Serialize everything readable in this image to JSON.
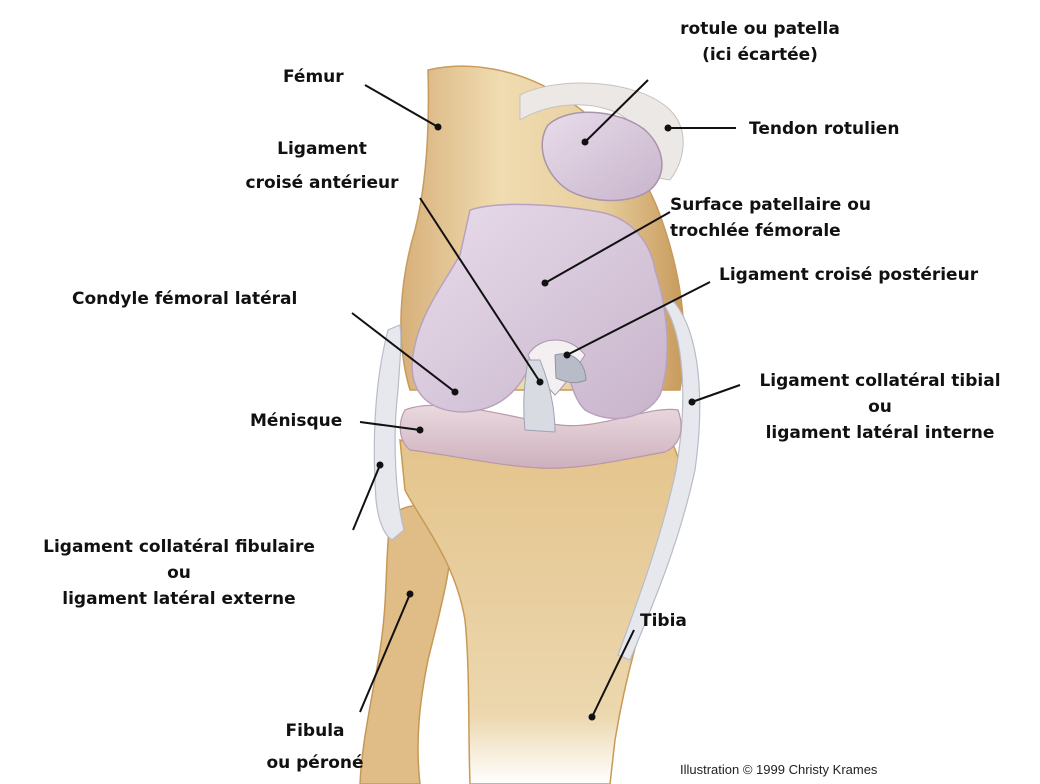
{
  "labels": {
    "patella_1": "rotule ou patella",
    "patella_2": "(ici écartée)",
    "femur": "Fémur",
    "tendon": "Tendon rotulien",
    "acl_1": "Ligament",
    "acl_2": "croisé antérieur",
    "trochlea_1": "Surface patellaire ou",
    "trochlea_2": "trochlée fémorale",
    "pcl": "Ligament croisé postérieur",
    "condyle": "Condyle fémoral latéral",
    "mcl_1": "Ligament collatéral tibial",
    "mcl_2": "ou",
    "mcl_3": "ligament latéral interne",
    "meniscus": "Ménisque",
    "lcl_1": "Ligament collatéral fibulaire",
    "lcl_2": "ou",
    "lcl_3": "ligament latéral externe",
    "tibia": "Tibia",
    "fibula_1": "Fibula",
    "fibula_2": "ou péroné"
  },
  "credit": "Illustration © 1999 Christy Krames",
  "colors": {
    "bone": "#e9d3a4",
    "bone_shadow": "#c99a55",
    "cartilage": "#dccbdd",
    "cartilage_edge": "#b9a2bd",
    "ligament": "#e6e8ee",
    "leader_line": "#111111"
  }
}
